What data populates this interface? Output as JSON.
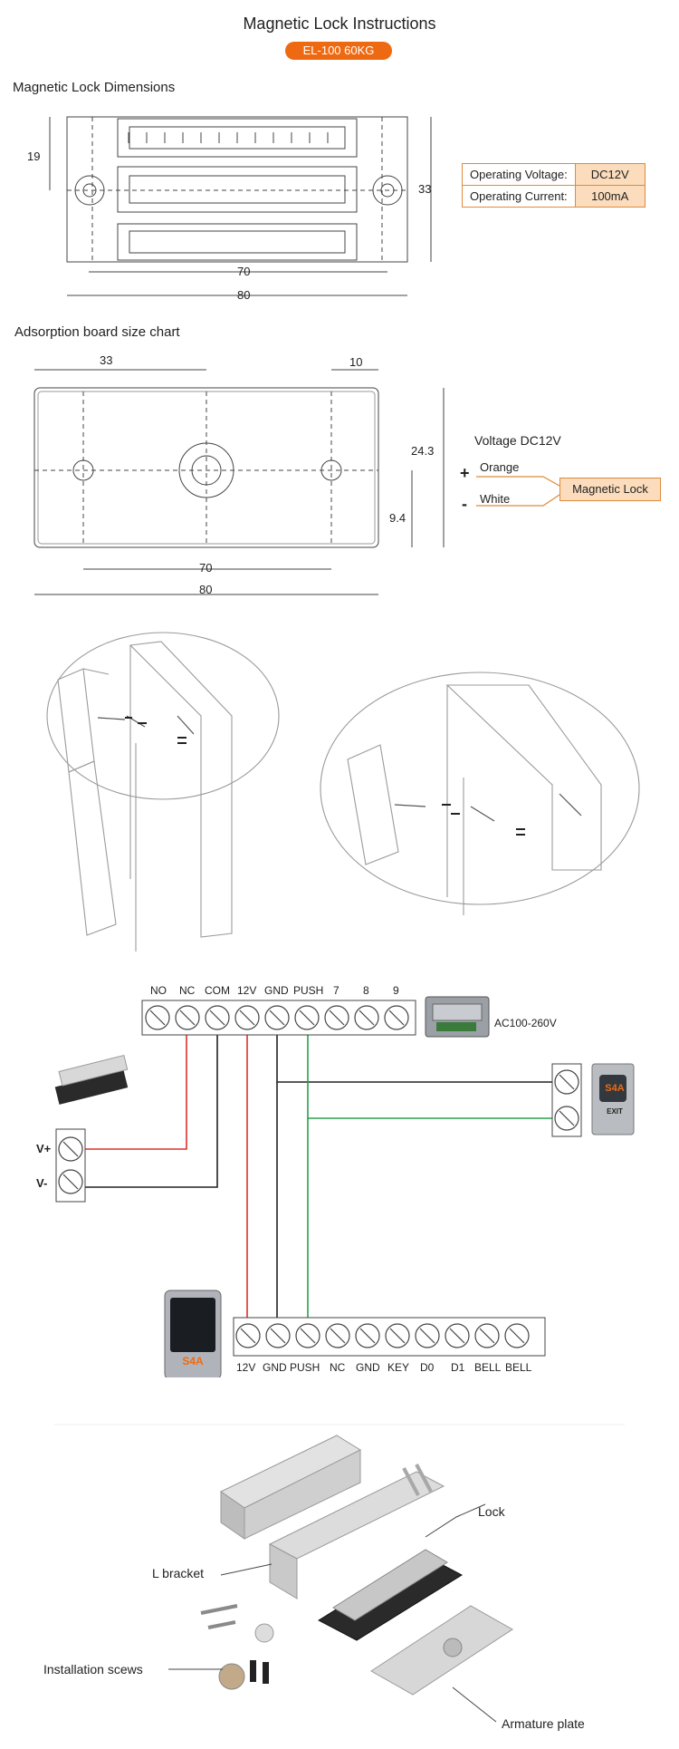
{
  "header": {
    "title": "Magnetic Lock Instructions",
    "badge": "EL-100  60KG"
  },
  "dimensions": {
    "heading": "Magnetic Lock Dimensions",
    "dim_19": "19",
    "dim_33": "33",
    "dim_70": "70",
    "dim_80": "80"
  },
  "specs": {
    "voltage_label": "Operating Voltage:",
    "voltage_value": "DC12V",
    "current_label": "Operating Current:",
    "current_value": "100mA"
  },
  "board": {
    "heading": "Adsorption board size chart",
    "dim_33": "33",
    "dim_10": "10",
    "dim_24_3": "24.3",
    "dim_9_4": "9.4",
    "dim_70": "70",
    "dim_80": "80"
  },
  "voltage": {
    "heading": "Voltage DC12V",
    "plus": "+",
    "minus": "-",
    "orange": "Orange",
    "white": "White",
    "box": "Magnetic Lock"
  },
  "controller": {
    "terminals": [
      "NO",
      "NC",
      "COM",
      "12V",
      "GND",
      "PUSH",
      "7",
      "8",
      "9"
    ],
    "power_label": "AC100-260V"
  },
  "lock_terminals": {
    "plus": "V+",
    "minus": "V-"
  },
  "exit_button": {
    "brand": "S4A",
    "label": "EXIT"
  },
  "keypad": {
    "brand": "S4A",
    "terminals": [
      "12V",
      "GND",
      "PUSH",
      "NC",
      "GND",
      "KEY",
      "D0",
      "D1",
      "BELL",
      "BELL"
    ]
  },
  "parts": {
    "lock": "Lock",
    "l_bracket": "L bracket",
    "screws": "Installation scews",
    "plate": "Armature plate"
  },
  "colors": {
    "accent": "#ee6a12",
    "wire_red": "#d9342b",
    "wire_green": "#2aa04a",
    "wire_black": "#222222"
  }
}
